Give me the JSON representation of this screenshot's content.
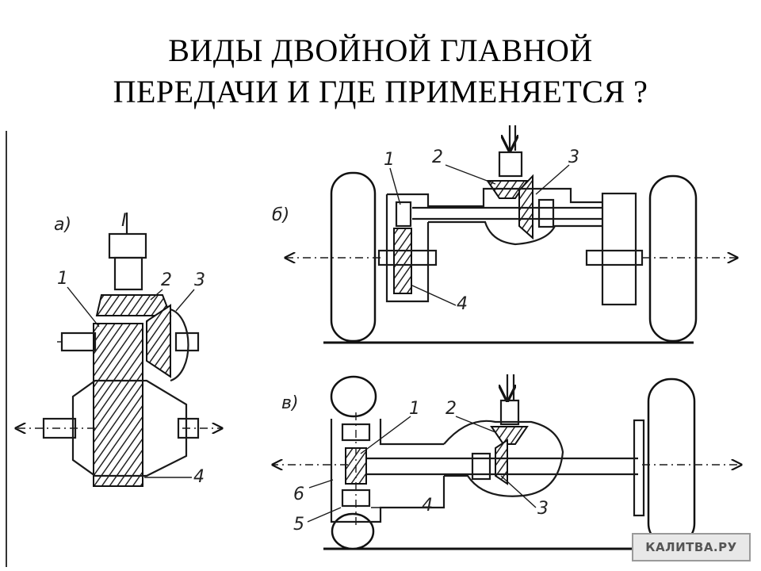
{
  "title": {
    "line1": "ВИДЫ ДВОЙНОЙ ГЛАВНОЙ",
    "line2": "ПЕРЕДАЧИ И ГДЕ ПРИМЕНЯЕТСЯ ?"
  },
  "panel_a": {
    "letter": "а)",
    "label_1": "1",
    "label_2": "2",
    "label_3": "3",
    "label_4": "4",
    "label_top": "I"
  },
  "panel_b": {
    "letter": "б)",
    "label_1": "1",
    "label_2": "2",
    "label_3": "3",
    "label_4": "4"
  },
  "panel_v": {
    "letter": "в)",
    "label_1": "1",
    "label_2": "2",
    "label_3": "3",
    "label_4": "4",
    "label_5": "5",
    "label_6": "6"
  },
  "watermark": "КАЛИТВА.РУ"
}
